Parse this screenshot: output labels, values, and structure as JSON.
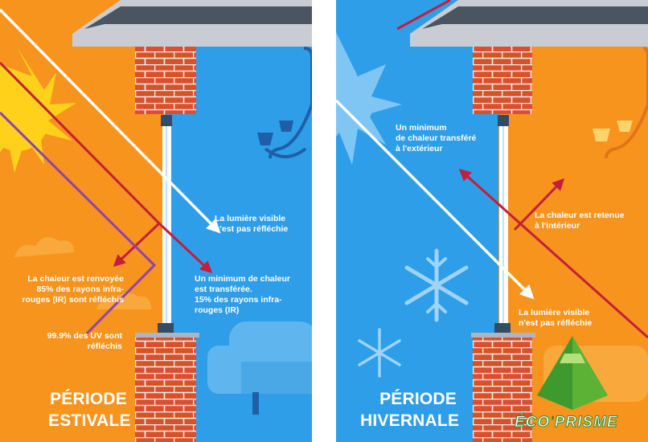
{
  "summer": {
    "period": "PÉRIODE\nESTIVALE",
    "visible_light": "La lumière  visible\nn'est pas réfléchie",
    "heat_returned": "La chaleur est renvoyée\n85% des rayons infra-\nrouges (IR) sont réfléchis",
    "uv": "99.9% des UV sont\nréfléchis",
    "heat_min": "Un minimum de chaleur\nest transférée.\n15% des rayons infra-\nrouges (IR)"
  },
  "winter": {
    "period": "PÉRIODE\nHIVERNALE",
    "heat_min_out": "Un minimum\nde chaleur transféré\nà l'extérieur",
    "heat_retained": "La chaleur est retenue\nà l'intérieur",
    "visible_light": "La lumière  visible\nn'est pas réfléchie"
  },
  "logo": {
    "text_part1": "ÉCO",
    "text_part2": "PRISME"
  },
  "colors": {
    "orange": "#f7941d",
    "blue": "#2e9ee8",
    "brick": "#d9512c",
    "red_ray": "#c41e3a",
    "uv_ray": "#8e44ad"
  }
}
